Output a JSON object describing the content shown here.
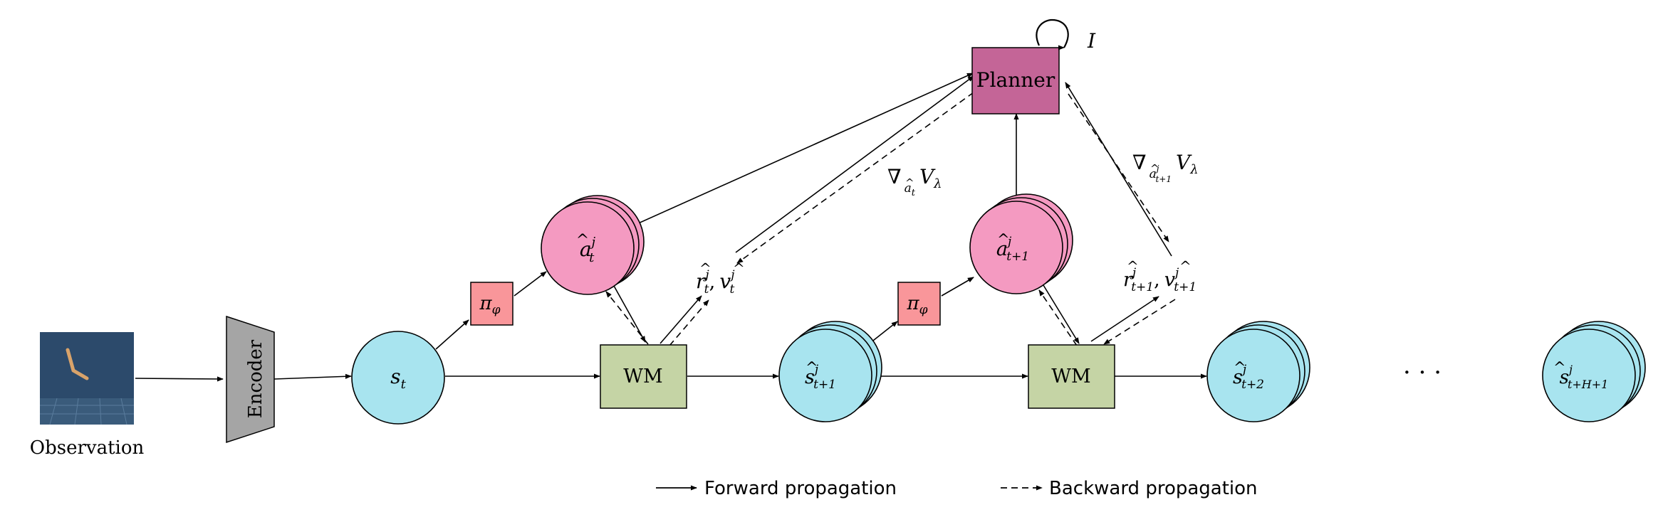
{
  "colors": {
    "state": "#a8e4ef",
    "action": "#f49ac1",
    "policy": "#f9969a",
    "world_model": "#c5d4a5",
    "planner": "#c46597",
    "encoder": "#a5a5a5",
    "observation_bg": "#2c4a6b",
    "line": "#000000"
  },
  "observation": {
    "caption": "Observation"
  },
  "encoder": {
    "label": "Encoder"
  },
  "nodes": {
    "s_t": {
      "base": "s",
      "sub": "t"
    },
    "a_t": {
      "base": "a",
      "hat": "^",
      "sup": "j",
      "sub": "t"
    },
    "r_v_t": {
      "r": "r",
      "v": "v",
      "sup": "j",
      "sub": "t",
      "comma": ","
    },
    "s_t1": {
      "base": "s",
      "hat": "^",
      "sup": "j",
      "sub": "t+1"
    },
    "a_t1": {
      "base": "a",
      "hat": "^",
      "sup": "j",
      "sub": "t+1"
    },
    "r_v_t1": {
      "r": "r",
      "v": "v",
      "sup": "j",
      "sub": "t+1",
      "comma": ","
    },
    "s_t2": {
      "base": "s",
      "hat": "^",
      "sup": "j",
      "sub": "t+2"
    },
    "s_tH1": {
      "base": "s",
      "hat": "^",
      "sup": "j",
      "sub": "t+H+1"
    }
  },
  "policy": {
    "symbol": "π",
    "sub": "φ"
  },
  "world_model": {
    "label": "WM"
  },
  "planner": {
    "label": "Planner",
    "loop_label": "I"
  },
  "gradients": {
    "g1": {
      "nabla": "∇",
      "sub_base": "a",
      "sub_hat": "^",
      "sub_sub": "t",
      "V": "V",
      "lambda": "λ"
    },
    "g2": {
      "nabla": "∇",
      "sub_base": "a",
      "sub_hat": "^",
      "sub_sup": "j",
      "sub_sub": "t+1",
      "V": "V",
      "lambda": "λ"
    }
  },
  "ellipsis": "· · ·",
  "legend": {
    "forward": "Forward propagation",
    "backward": "Backward propagation"
  }
}
